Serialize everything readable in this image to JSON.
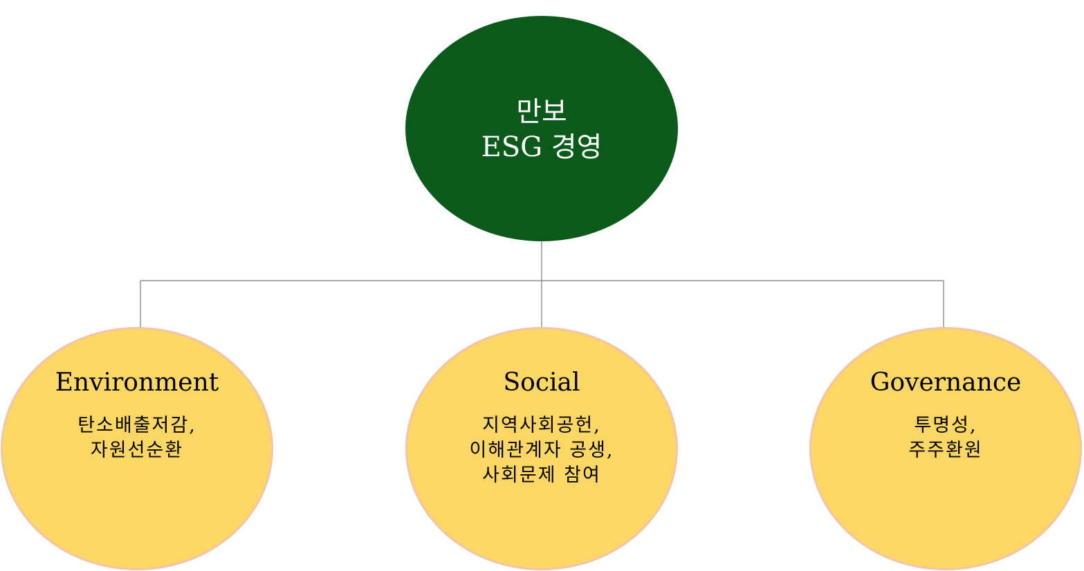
{
  "colors": {
    "root_fill": "#0b5a1b",
    "child_fill": "#fdd765",
    "child_border": "#f2c4a8",
    "connector": "#777777"
  },
  "root": {
    "line1": "만보",
    "line2": "ESG 경영"
  },
  "children": [
    {
      "title": "Environment",
      "lines": [
        "탄소배출저감,",
        "자원선순환"
      ]
    },
    {
      "title": "Social",
      "lines": [
        "지역사회공헌,",
        "이해관계자 공생,",
        "사회문제 참여"
      ]
    },
    {
      "title": "Governance",
      "lines": [
        "투명성,",
        "주주환원"
      ]
    }
  ]
}
